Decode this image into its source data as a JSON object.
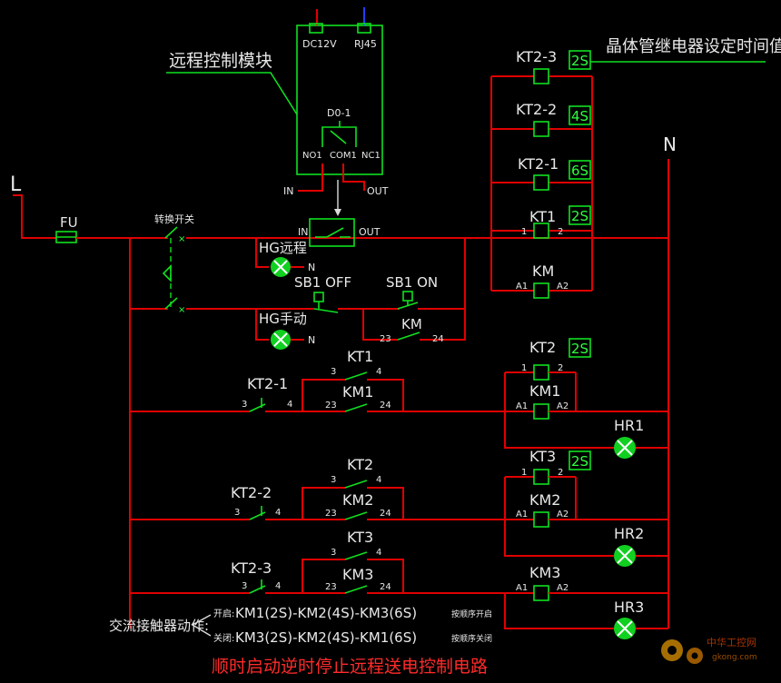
{
  "diagram": {
    "title": "顺时启动逆时停止远程送电控制电路",
    "header_note": "晶体管继电器设定时间值",
    "remote_module": {
      "label": "远程控制模块",
      "dc_port": "DC12V",
      "net_port": "RJ45",
      "relay": "D0-1",
      "no": "NO1",
      "com": "COM1",
      "nc": "NC1",
      "in": "IN",
      "out": "OUT",
      "sw_in": "IN",
      "sw_out": "OUT"
    },
    "supply": {
      "line": "L",
      "neutral": "N",
      "fuse": "FU",
      "selector": "转换开关"
    },
    "indicators": {
      "hg_remote": "HG远程",
      "hg_manual": "HG手动",
      "hg_remote_n": "N",
      "hg_manual_n": "N"
    },
    "buttons": {
      "sb1_off": "SB1  OFF",
      "sb1_on": "SB1  ON"
    },
    "timers": [
      {
        "name": "KT2-3",
        "time": "2S"
      },
      {
        "name": "KT2-2",
        "time": "4S"
      },
      {
        "name": "KT2-1",
        "time": "6S"
      },
      {
        "name": "KT1",
        "time": "2S"
      },
      {
        "name": "KM",
        "time": ""
      }
    ],
    "coil_pins": {
      "p1": "1",
      "p2": "2",
      "a1": "A1",
      "a2": "A2"
    },
    "rungs": [
      {
        "kt2": "KT2-1",
        "kt": "KT1",
        "km": "KM1",
        "coil_kt": "KT2",
        "coil_kt_time": "2S",
        "coil_km": "KM1",
        "lamp": "HR1"
      },
      {
        "kt2": "KT2-2",
        "kt": "KT2",
        "km": "KM2",
        "coil_kt": "KT3",
        "coil_kt_time": "2S",
        "coil_km": "KM2",
        "lamp": "HR2"
      },
      {
        "kt2": "KT2-3",
        "kt": "KT3",
        "km": "KM3",
        "coil_kt": "",
        "coil_kt_time": "",
        "coil_km": "KM3",
        "lamp": "HR3"
      }
    ],
    "km_contact": "KM",
    "pin_labels": {
      "p3": "3",
      "p4": "4",
      "p23": "23",
      "p24": "24"
    },
    "action_note": {
      "label": "交流接触器动作:",
      "open_prefix": "开启:",
      "open_seq": "KM1(2S)-KM2(4S)-KM3(6S)",
      "open_suffix": "按顺序开启",
      "close_prefix": "关闭:",
      "close_seq": "KM3(2S)-KM2(4S)-KM1(6S)",
      "close_suffix": "按顺序关闭"
    },
    "watermark": {
      "site": "中华工控网",
      "url": "gkong.com"
    }
  }
}
